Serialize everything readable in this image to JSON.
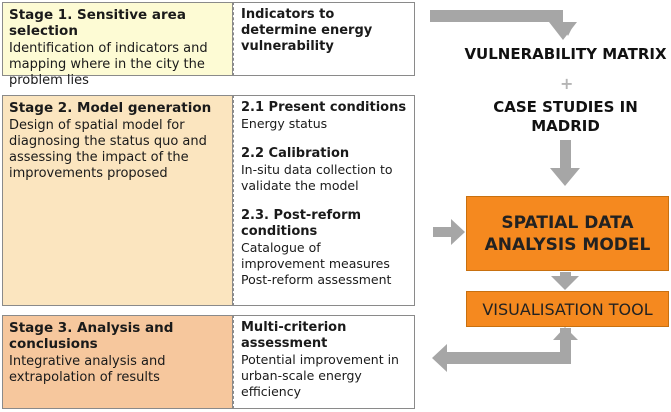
{
  "stage1": {
    "title": "Stage 1. Sensitive area selection",
    "text": "Identification of indicators and mapping where in the city the problem lies",
    "right_title": "Indicators to determine energy vulnerability"
  },
  "stage2": {
    "title": "Stage 2. Model generation",
    "text": "Design of spatial model for diagnosing the status quo and assessing the impact of the improvements proposed",
    "items": [
      {
        "title": "2.1 Present conditions",
        "text": "Energy status"
      },
      {
        "title": "2.2  Calibration",
        "text": "In-situ data collection to validate the model"
      },
      {
        "title": "2.3. Post-reform conditions",
        "text": "Catalogue of improvement measures Post-reform assessment"
      }
    ]
  },
  "stage3": {
    "title": "Stage 3. Analysis and conclusions",
    "text": "Integrative analysis and extrapolation of results",
    "right_title": "Multi-criterion assessment",
    "right_text": "Potential improvement in urban-scale energy efficiency"
  },
  "flow": {
    "matrix": "VULNERABILITY MATRIX",
    "plus": "+",
    "case_studies": "CASE STUDIES IN MADRID",
    "model": "SPATIAL DATA ANALYSIS MODEL",
    "tool": "VISUALISATION TOOL"
  },
  "colors": {
    "stage1_fill": "#fdfbd4",
    "stage2_fill": "#fbe5bf",
    "stage3_fill": "#f6c79d",
    "model_fill": "#f5891f",
    "arrow": "#a6a6a6"
  }
}
